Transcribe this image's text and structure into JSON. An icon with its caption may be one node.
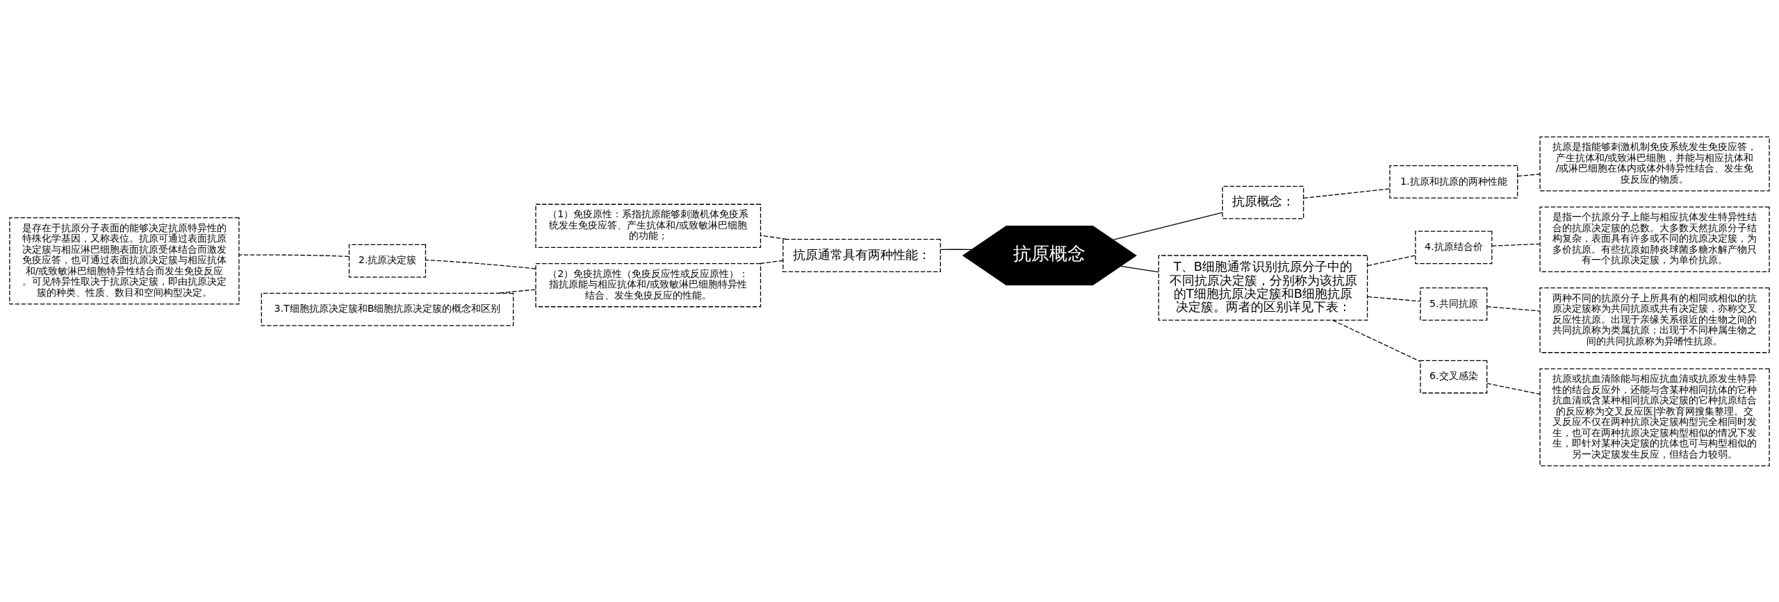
{
  "diagram": {
    "nodes": [
      {
        "text": [
          "抗原概念"
        ]
      },
      {
        "text": [
          "抗原通常具有两种性能："
        ]
      },
      {
        "text": [
          "（1）免疫原性：系指抗原能够刺激机体免疫系统发生免疫应答、产生抗体和/或致敏淋巴细胞的功能；"
        ]
      },
      {
        "text": [
          "（2）免疫抗原性（免疫反应性或反应原性）：指抗原能与相应抗体和/或致敏淋巴细胞特异性结合、发生免疫反应的性能。"
        ]
      },
      {
        "text": [
          "2.抗原决定簇"
        ]
      },
      {
        "text": [
          "是存在于抗原分子表面的能够决定抗原特异性的特殊化学基因，又称表位。抗原可通过表面抗原决定簇与相应淋巴细胞表面抗原受体结合而激发免疫应答，也可通过表面抗原决定簇与相应抗体和/或致敏淋巴细胞特异性结合而发生免疫反应。可见特异性取决于抗原决定簇，即由抗原决定簇的种类、性质、数目和空间构型决定。"
        ]
      },
      {
        "text": [
          "3.T细胞抗原决定簇和B细胞抗原决定簇的概念和区别"
        ]
      },
      {
        "text": [
          "抗原概念："
        ]
      },
      {
        "text": [
          "1.抗原和抗原的两种性能"
        ]
      },
      {
        "text": [
          "抗原是指能够刺激机制免疫系统发生免疫应答，产生抗体和/或致淋巴细胞，并能与相应抗体和/或淋巴细胞在体内或体外特异性结合、发生免疫反应的物质。"
        ]
      },
      {
        "text": [
          "T、B细胞通常识别抗原分子中的不同抗原决定簇，分别称为该抗原的T细胞抗原决定簇和B细胞抗原决定簇。两者的区别详见下表："
        ]
      },
      {
        "text": [
          "4.抗原结合价"
        ]
      },
      {
        "text": [
          "是指一个抗原分子上能与相应抗体发生特异性结合的抗原决定簇的总数。大多数天然抗原分子结构复杂，表面具有许多或不同的抗原决定簇，为多价抗原。有些抗原如肺炎球菌多糖水解产物只有一个抗原决定簇，为单价抗原。"
        ]
      },
      {
        "text": [
          "5.共同抗原"
        ]
      },
      {
        "text": [
          "两种不同的抗原分子上所具有的相同或相似的抗原决定簇称为共同抗原或共有决定簇，亦称交叉反应性抗原。出现于亲缘关系很近的生物之间的共同抗原称为类属抗原；出现于不同种属生物之间的共同抗原称为异嗜性抗原。"
        ]
      },
      {
        "text": [
          "6.交叉感染"
        ]
      },
      {
        "text": [
          "抗原或抗血清除能与相应抗血清或抗原发生特异性的结合反应外，还能与含某种相同抗体的它种抗血清或含某种相同抗原决定簇的它种抗原结合的反应称为交叉反应医|学教育网搜集整理。交叉反应不仅在两种抗原决定簇构型完全相同时发生，也可在两种抗原决定簇构型相似的情况下发生，即针对某种决定簇的抗体也可与构型相似的另一决定簇发生反应，但结合力较弱。"
        ]
      }
    ],
    "edges": [
      {
        "from": 0,
        "to": 1,
        "arrow": "none"
      },
      {
        "from": 1,
        "to": 2,
        "arrow": "none",
        "style": "dashed"
      },
      {
        "from": 1,
        "to": 3,
        "arrow": "none",
        "style": "dashed"
      },
      {
        "from": 3,
        "to": 4,
        "arrow": "none",
        "style": "dashed"
      },
      {
        "from": 4,
        "to": 5,
        "arrow": "none",
        "style": "dashed"
      },
      {
        "from": 3,
        "to": 6,
        "arrow": "none",
        "style": "dashed"
      },
      {
        "from": 0,
        "to": 7,
        "arrow": "none"
      },
      {
        "from": 7,
        "to": 8,
        "arrow": "none",
        "style": "dashed"
      },
      {
        "from": 8,
        "to": 9,
        "arrow": "none",
        "style": "dashed"
      },
      {
        "from": 0,
        "to": 10,
        "arrow": "none"
      },
      {
        "from": 10,
        "to": 11,
        "arrow": "none",
        "style": "dashed"
      },
      {
        "from": 11,
        "to": 12,
        "arrow": "none",
        "style": "dashed"
      },
      {
        "from": 10,
        "to": 13,
        "arrow": "none",
        "style": "dashed"
      },
      {
        "from": 13,
        "to": 14,
        "arrow": "none",
        "style": "dashed"
      },
      {
        "from": 10,
        "to": 15,
        "arrow": "none",
        "style": "dashed"
      },
      {
        "from": 15,
        "to": 16,
        "arrow": "none",
        "style": "dashed"
      }
    ]
  }
}
